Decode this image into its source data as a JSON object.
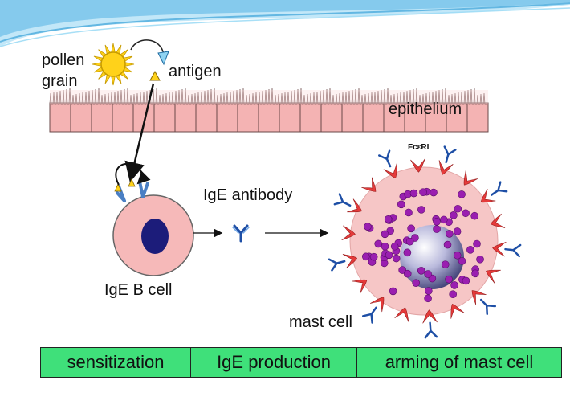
{
  "labels": {
    "pollen": "pollen",
    "grain": "grain",
    "antigen": "antigen",
    "epithelium": "epithelium",
    "receptor": "FcεRI",
    "antibody": "IgE antibody",
    "b_cell": "IgE B cell",
    "mast_cell": "mast cell"
  },
  "stages": [
    {
      "label": "sensitization"
    },
    {
      "label": "IgE production"
    },
    {
      "label": "arming of mast cell"
    }
  ],
  "colors": {
    "epithelium": "#f4b3b3",
    "cell_body": "#f6b9b9",
    "nucleus": "#1c1c7a",
    "granule": "#9a1fb0",
    "receptor": "#e53b3b",
    "antibody": "#1e4fa6",
    "stage_bar": "#3fe07a",
    "header_wave": "#5bb7e6"
  }
}
